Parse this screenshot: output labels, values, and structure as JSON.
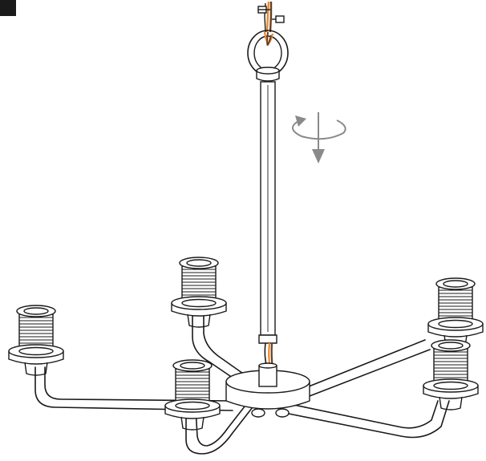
{
  "colors": {
    "outline": "#1a1a1a",
    "wire_orange": "#e8892b",
    "wire_brown": "#6b3d1e",
    "arrow_gray": "#8a8a8a",
    "marker": "#1a1a1a",
    "background": "#ffffff"
  },
  "icons": {
    "step_marker": "black-square",
    "rotation": "rotate-and-lower-arrow-icon"
  },
  "sockets": [
    "socket-left",
    "socket-back-center",
    "socket-front-center",
    "socket-back-right",
    "socket-front-right"
  ]
}
